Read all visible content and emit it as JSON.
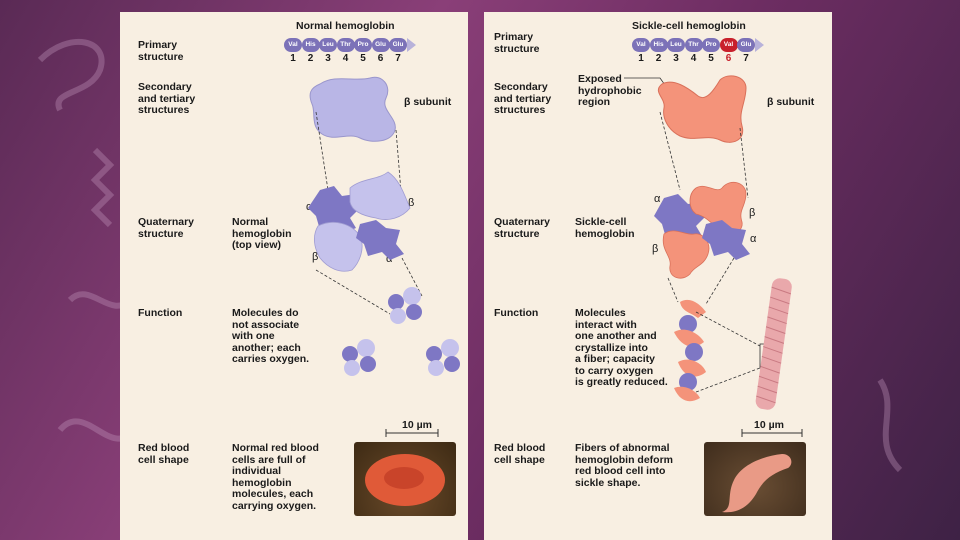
{
  "normal": {
    "title": "Normal hemoglobin",
    "amino_acids": [
      "Val",
      "His",
      "Leu",
      "Thr",
      "Pro",
      "Glu",
      "Glu"
    ],
    "positions": [
      "1",
      "2",
      "3",
      "4",
      "5",
      "6",
      "7"
    ],
    "labels": {
      "primary": "Primary\nstructure",
      "secondary": "Secondary\nand tertiary\nstructures",
      "beta_subunit": "β subunit",
      "quaternary": "Quaternary\nstructure",
      "quaternary_desc": "Normal\nhemoglobin\n(top view)",
      "alpha": "α",
      "beta": "β",
      "function": "Function",
      "function_desc": "Molecules do\nnot associate\nwith one\nanother; each\ncarries oxygen.",
      "scale": "10 µm",
      "rbc": "Red blood\ncell shape",
      "rbc_desc": "Normal red blood\ncells are full of\nindividual\nhemoglobin\nmolecules, each\ncarrying oxygen."
    }
  },
  "sickle": {
    "title": "Sickle-cell hemoglobin",
    "amino_acids": [
      "Val",
      "His",
      "Leu",
      "Thr",
      "Pro",
      "Val",
      "Glu"
    ],
    "positions": [
      "1",
      "2",
      "3",
      "4",
      "5",
      "6",
      "7"
    ],
    "mutated_index": 5,
    "labels": {
      "primary": "Primary\nstructure",
      "secondary": "Secondary\nand tertiary\nstructures",
      "exposed": "Exposed\nhydrophobic\nregion",
      "beta_subunit": "β subunit",
      "quaternary": "Quaternary\nstructure",
      "quaternary_desc": "Sickle-cell\nhemoglobin",
      "alpha": "α",
      "beta": "β",
      "function": "Function",
      "function_desc": "Molecules\ninteract with\none another and\ncrystallize into\na fiber; capacity\nto carry oxygen\nis greatly reduced.",
      "scale": "10 µm",
      "rbc": "Red blood\ncell shape",
      "rbc_desc": "Fibers of abnormal\nhemoglobin deform\nred blood cell into\nsickle shape."
    }
  },
  "colors": {
    "normal_protein": "#b9b6e6",
    "alpha_protein": "#7e77c4",
    "sickle_protein": "#f4937a",
    "mutation": "#c8202b",
    "panel": "#f8efe2"
  }
}
